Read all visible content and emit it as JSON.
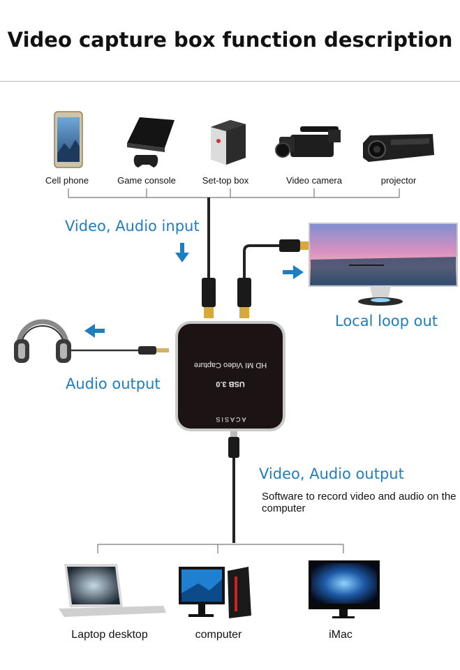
{
  "title": "Video capture box function description",
  "input_devices": [
    "Cell phone",
    "Game console",
    "Set-top box",
    "Video camera",
    "projector"
  ],
  "labels": {
    "input": "Video, Audio input",
    "loop": "Local loop out",
    "audio_out": "Audio output",
    "usb_out": "Video, Audio output",
    "software_note": "Software to record video and audio on the computer"
  },
  "capture_box": {
    "line1": "HD MI Video Capture",
    "line2": "USB 3.0",
    "brand": "ACASIS"
  },
  "output_devices": [
    "Laptop desktop",
    "computer",
    "iMac"
  ],
  "colors": {
    "accent": "#1f7dc2",
    "box": "#1c1414",
    "cable": "#222222"
  }
}
